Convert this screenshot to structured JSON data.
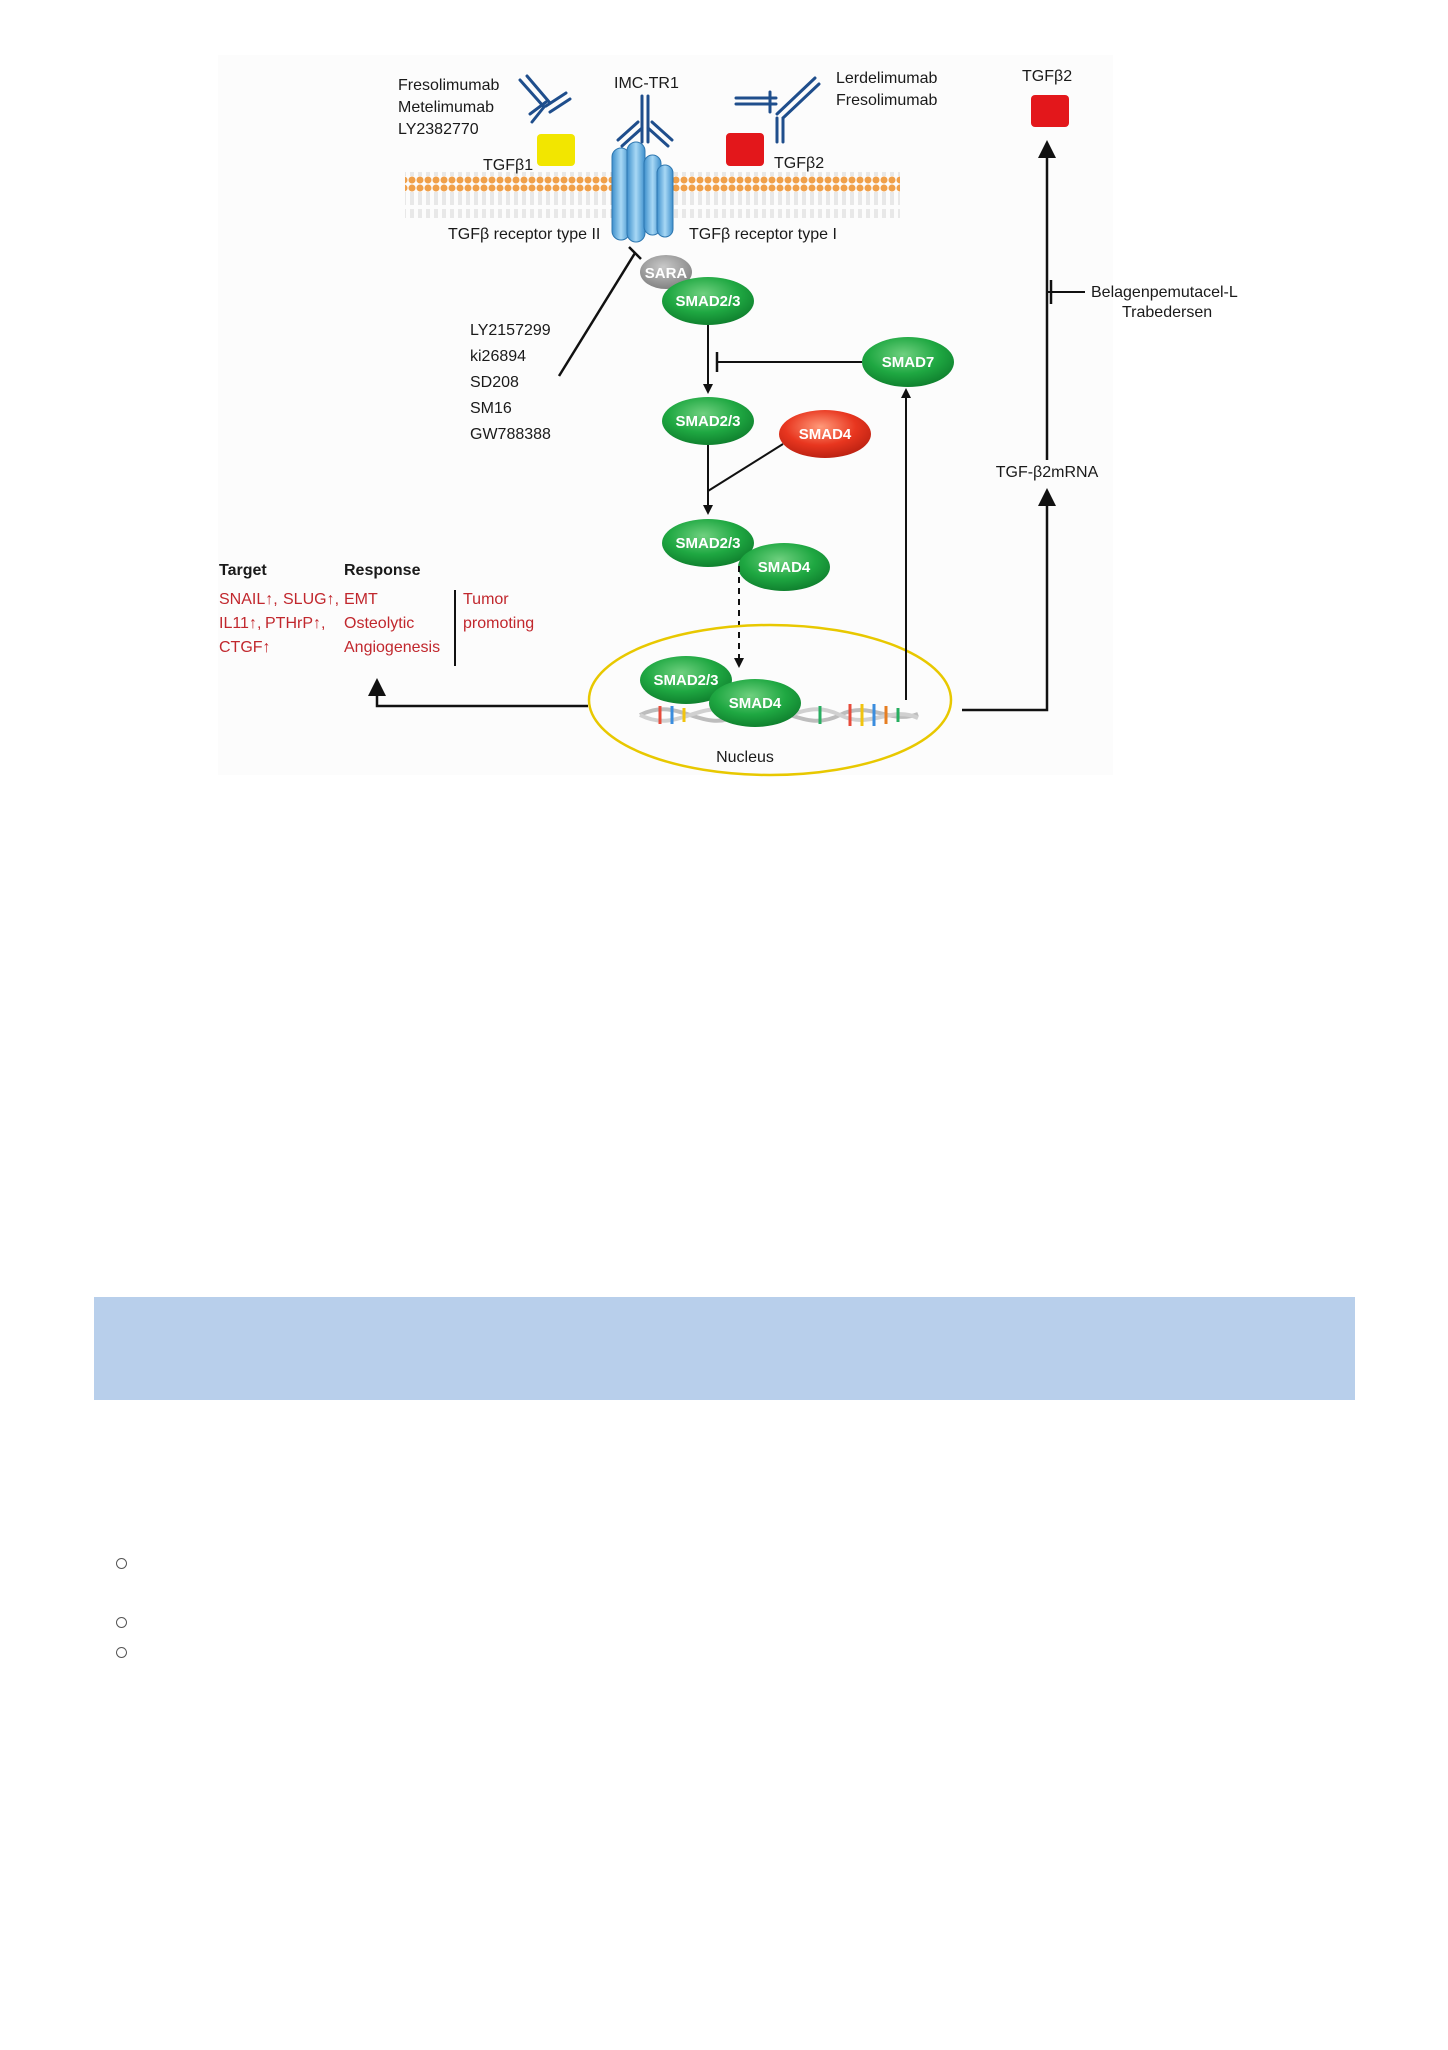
{
  "ligands": {
    "tgfb1_antibodies": [
      "Fresolimumab",
      "Metelimumab",
      "LY2382770"
    ],
    "tgfb1_label": "TGFβ1",
    "receptor_antibody": "IMC-TR1",
    "tgfb2_antibodies": [
      "Lerdelimumab",
      "Fresolimumab"
    ],
    "tgfb2_label": "TGFβ2",
    "tgfb2_top_label": "TGFβ2"
  },
  "receptors": {
    "type2": "TGFβ receptor type II",
    "type1": "TGFβ receptor type I",
    "sara": "SARA"
  },
  "kinase_inhibitors": [
    "LY2157299",
    "ki26894",
    "SD208",
    "SM16",
    "GW788388"
  ],
  "smads": {
    "smad23": "SMAD2/3",
    "smad7": "SMAD7",
    "smad4": "SMAD4"
  },
  "antisense": [
    "Belagenpemutacel-L",
    "Trabedersen"
  ],
  "mrna_label": "TGF-β2mRNA",
  "nucleus_label": "Nucleus",
  "target_header": "Target",
  "response_header": "Response",
  "targets": [
    [
      "SNAIL↑,",
      "SLUG↑,"
    ],
    [
      "IL11↑,",
      "PTHrP↑,"
    ],
    [
      "CTGF↑"
    ]
  ],
  "responses": [
    "EMT",
    "Osteolytic",
    "Angiogenesis"
  ],
  "outcome": [
    "Tumor",
    "promoting"
  ],
  "colors": {
    "smad_green": "#1a9e3a",
    "smad4_red": "#e0301e",
    "tgfb1_yellow": "#f2e600",
    "tgfb2_red": "#e3171b",
    "antibody_blue": "#1f4e8c",
    "receptor_blue": "#6cb6e6",
    "membrane_orange": "#f0a04a",
    "nucleus_yellow": "#e8c800",
    "panel_blue": "#b8cfeb"
  }
}
